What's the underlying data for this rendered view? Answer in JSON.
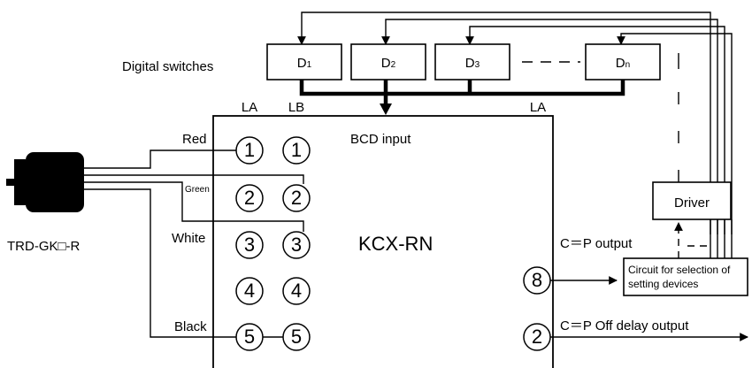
{
  "labels": {
    "digital_switches": "Digital switches",
    "bcd_input": "BCD input",
    "model": "KCX-RN",
    "sensor": "TRD-GK□-R",
    "driver": "Driver",
    "circuit_line1": "Circuit for selection of",
    "circuit_line2": "setting devices",
    "cp_output": "C＝P output",
    "cp_off_delay": "C＝P Off delay output",
    "col_la_left": "LA",
    "col_lb": "LB",
    "col_la_right": "LA"
  },
  "switches": [
    {
      "main": "D",
      "sub": "1"
    },
    {
      "main": "D",
      "sub": "2"
    },
    {
      "main": "D",
      "sub": "3"
    },
    {
      "main": "D",
      "sub": "n"
    }
  ],
  "wires": {
    "red": "Red",
    "green": "Green",
    "white": "White",
    "black": "Black"
  },
  "terminals": {
    "la": [
      "1",
      "2",
      "3",
      "4",
      "5"
    ],
    "lb": [
      "1",
      "2",
      "3",
      "4",
      "5"
    ],
    "output_c_p": "8",
    "output_off_delay": "2"
  }
}
